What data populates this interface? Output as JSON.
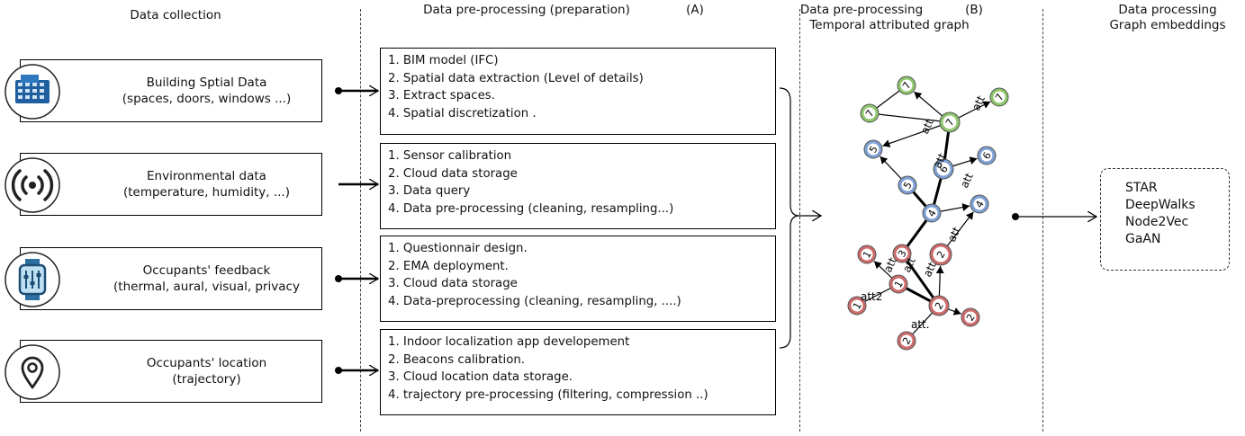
{
  "headers": {
    "col1": "Data collection",
    "col2": "Data pre-processing (preparation)",
    "col2_marker": "(A)",
    "col3_line1": "Data pre-processing",
    "col3_marker": "(B)",
    "col3_line2": "Temporal attributed graph",
    "col4_line1": "Data processing",
    "col4_line2": "Graph embeddings"
  },
  "sources": [
    {
      "icon": "building-icon",
      "title": "Building Sptial Data",
      "subtitle": "(spaces, doors, windows ...)",
      "color": "#1f5f9f"
    },
    {
      "icon": "wireless-sensor-icon",
      "title": "Environmental data",
      "subtitle": "(temperature, humidity, ...)",
      "color": "#333333"
    },
    {
      "icon": "smartwatch-icon",
      "title": "Occupants' feedback",
      "subtitle": "(thermal, aural, visual, privacy",
      "color": "#2a6fa0"
    },
    {
      "icon": "location-pin-icon",
      "title": "Occupants' location",
      "subtitle": "(trajectory)",
      "color": "#222222"
    }
  ],
  "steps": [
    [
      "1. BIM    model (IFC)",
      "2. Spatial data extraction (Level of details)",
      "3. Extract spaces.",
      "4.  Spatial discretization          ."
    ],
    [
      "1.  Sensor calibration",
      "2. Cloud data storage",
      "3. Data query",
      "4. Data pre-processing (cleaning, resampling...)"
    ],
    [
      "1. Questionnair design.",
      "2. EMA deployment.",
      "3. Cloud data storage",
      "4. Data-preprocessing (cleaning, resampling, ....)"
    ],
    [
      "1. Indoor localization app developement",
      "2. Beacons calibration.",
      "3. Cloud location data storage.",
      "4. trajectory pre-processing (filtering, compression ..)"
    ]
  ],
  "graph": {
    "colors": {
      "green": "#8cc56a",
      "blue": "#7ca0d4",
      "red": "#cd6b6b"
    },
    "nodes": [
      {
        "id": "g1",
        "label": "7",
        "group": "green"
      },
      {
        "id": "g2",
        "label": "7",
        "group": "green"
      },
      {
        "id": "g3",
        "label": "7",
        "group": "green"
      },
      {
        "id": "g4",
        "label": "7",
        "group": "green"
      },
      {
        "id": "b5a",
        "label": "5",
        "group": "blue"
      },
      {
        "id": "b5b",
        "label": "5",
        "group": "blue"
      },
      {
        "id": "b6a",
        "label": "6",
        "group": "blue"
      },
      {
        "id": "b6b",
        "label": "6",
        "group": "blue"
      },
      {
        "id": "b4a",
        "label": "4",
        "group": "blue"
      },
      {
        "id": "b4b",
        "label": "4",
        "group": "blue"
      },
      {
        "id": "r1a",
        "label": "1",
        "group": "red"
      },
      {
        "id": "r1b",
        "label": "1",
        "group": "red"
      },
      {
        "id": "r1c",
        "label": "1",
        "group": "red"
      },
      {
        "id": "r2a",
        "label": "2",
        "group": "red"
      },
      {
        "id": "r2b",
        "label": "2",
        "group": "red"
      },
      {
        "id": "r2c",
        "label": "2",
        "group": "red"
      },
      {
        "id": "r2d",
        "label": "2",
        "group": "red"
      },
      {
        "id": "r3",
        "label": "3",
        "group": "red"
      }
    ],
    "edge_labels": [
      "att",
      "att",
      "att",
      "att",
      "att",
      "att",
      "att",
      "att",
      "att2",
      "att."
    ]
  },
  "algorithms": [
    "STAR",
    "DeepWalks",
    "Node2Vec",
    "GaAN"
  ]
}
